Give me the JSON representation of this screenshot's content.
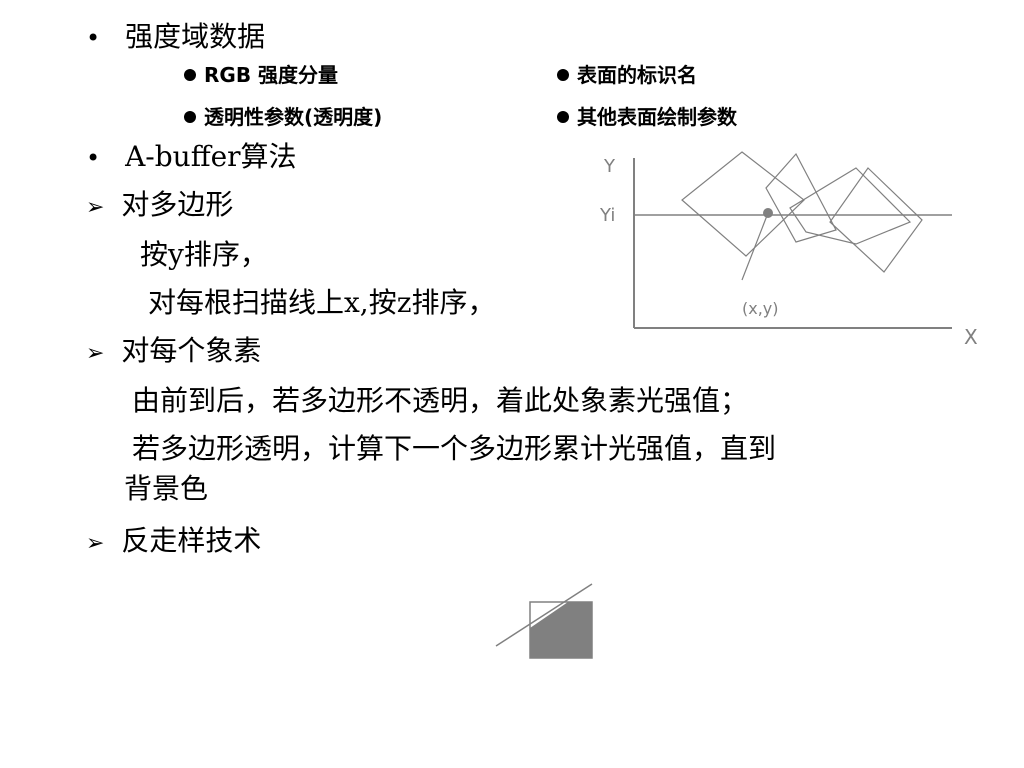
{
  "bullets": {
    "b1": "强度域数据",
    "b1_sub": [
      "RGB 强度分量",
      "表面的标识名",
      "透明性参数(透明度)",
      "其他表面绘制参数"
    ],
    "b2": "A-buffer算法",
    "b3": "对多边形",
    "b3_l1": "按y排序，",
    "b3_l2": "对每根扫描线上x,按z排序，",
    "b4": "对每个象素",
    "b4_l1": "由前到后，若多边形不透明，着此处象素光强值；",
    "b4_l2": "若多边形透明，计算下一个多边形累计光强值，直到",
    "b4_l3": "背景色",
    "b5": "反走样技术"
  },
  "bullet_symbols": {
    "dot": "•",
    "arrow": "➢"
  },
  "diagram": {
    "y_label": "Y",
    "yi_label": "Yi",
    "x_label": "X",
    "point_label": "(x,y)"
  },
  "colors": {
    "line_gray": "#808080",
    "fill_gray": "#808080"
  }
}
